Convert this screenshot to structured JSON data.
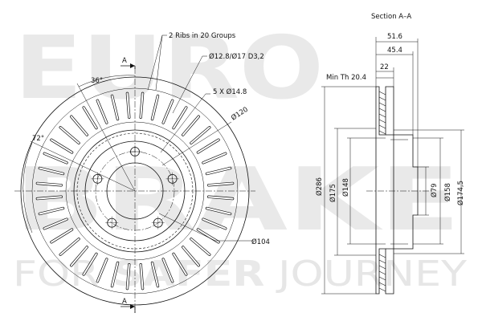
{
  "watermark": {
    "line1": "EURO",
    "line2": "BRAKE",
    "tagline_thin_1": "FOR ",
    "tagline_bold": "SAFER",
    "tagline_thin_2": " JOURNEY"
  },
  "front_view": {
    "section_mark": "A",
    "angle_36": "36°",
    "angle_72": "72°",
    "ribs_note": "2 Ribs in 20 Groups",
    "holes_note": "Ø12.8/Ø17  D3,2",
    "bolt_note": "5 X Ø14.8",
    "pcd": "Ø120",
    "center_bore": "Ø104"
  },
  "section_view": {
    "title": "Section A–A",
    "dim_width": "51.6",
    "dim_hat_height": "45.4",
    "dim_thickness": "22",
    "min_thickness": "Min Th 20.4",
    "d_outer": "Ø286",
    "d_175": "Ø175",
    "d_148": "Ø148",
    "d_79": "Ø79",
    "d_158": "Ø158",
    "d_174_5": "Ø174,5"
  }
}
